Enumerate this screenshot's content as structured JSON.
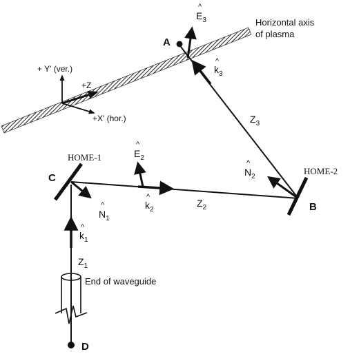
{
  "labels": {
    "axis_title_line1": "Horizontal axis",
    "axis_title_line2": "of plasma",
    "coord_y": "+ Y' (ver.)",
    "coord_z": "+Z",
    "coord_x": "+X' (hor.)",
    "home1": "HOME-1",
    "home2": "HOME-2",
    "end_of_waveguide": "End of waveguide",
    "point_a": "A",
    "point_b": "B",
    "point_c": "C",
    "point_d": "D",
    "z1_main": "Z",
    "z1_sub": "1",
    "z2_main": "Z",
    "z2_sub": "2",
    "z3_main": "Z",
    "z3_sub": "3",
    "k1_main": "k",
    "k1_sub": "1",
    "k2_main": "k",
    "k2_sub": "2",
    "k3_main": "k",
    "k3_sub": "3",
    "n1_main": "N",
    "n1_sub": "1",
    "n2_main": "N",
    "n2_sub": "2",
    "e2_main": "E",
    "e2_sub": "2",
    "e3_main": "E",
    "e3_sub": "3",
    "hat_symbol": "^"
  }
}
